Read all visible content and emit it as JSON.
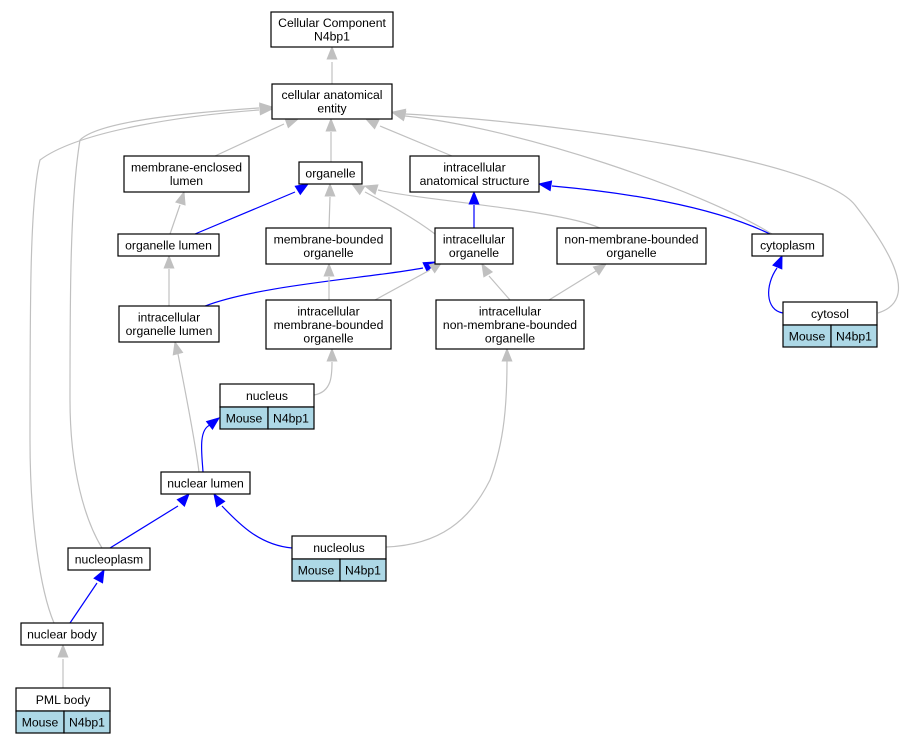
{
  "colors": {
    "is_a_edge": "#c0c0c0",
    "part_of_edge": "#0000ff",
    "annotation_fill": "#add8e6",
    "node_border": "#000000",
    "node_fill": "#ffffff"
  },
  "nodes": [
    {
      "id": "root",
      "lines": [
        "Cellular Component",
        "N4bp1"
      ]
    },
    {
      "id": "cae",
      "lines": [
        "cellular anatomical",
        "entity"
      ]
    },
    {
      "id": "mel",
      "lines": [
        "membrane-enclosed",
        "lumen"
      ]
    },
    {
      "id": "org",
      "lines": [
        "organelle"
      ]
    },
    {
      "id": "ias",
      "lines": [
        "intracellular",
        "anatomical structure"
      ]
    },
    {
      "id": "orglum",
      "lines": [
        "organelle lumen"
      ]
    },
    {
      "id": "mbo",
      "lines": [
        "membrane-bounded",
        "organelle"
      ]
    },
    {
      "id": "io",
      "lines": [
        "intracellular",
        "organelle"
      ]
    },
    {
      "id": "nmbo",
      "lines": [
        "non-membrane-bounded",
        "organelle"
      ]
    },
    {
      "id": "cyto",
      "lines": [
        "cytoplasm"
      ]
    },
    {
      "id": "iol",
      "lines": [
        "intracellular",
        "organelle lumen"
      ]
    },
    {
      "id": "imbo",
      "lines": [
        "intracellular",
        "membrane-bounded",
        "organelle"
      ]
    },
    {
      "id": "inmbo",
      "lines": [
        "intracellular",
        "non-membrane-bounded",
        "organelle"
      ]
    },
    {
      "id": "cytosol",
      "lines": [
        "cytosol"
      ],
      "annotation": [
        "Mouse",
        "N4bp1"
      ]
    },
    {
      "id": "nucleus",
      "lines": [
        "nucleus"
      ],
      "annotation": [
        "Mouse",
        "N4bp1"
      ]
    },
    {
      "id": "nlumen",
      "lines": [
        "nuclear lumen"
      ]
    },
    {
      "id": "nucleoplasm",
      "lines": [
        "nucleoplasm"
      ]
    },
    {
      "id": "nucleolus",
      "lines": [
        "nucleolus"
      ],
      "annotation": [
        "Mouse",
        "N4bp1"
      ]
    },
    {
      "id": "nbody",
      "lines": [
        "nuclear body"
      ]
    },
    {
      "id": "pml",
      "lines": [
        "PML body"
      ],
      "annotation": [
        "Mouse",
        "N4bp1"
      ]
    }
  ],
  "edges": [
    {
      "from": "cae",
      "to": "root",
      "type": "is_a"
    },
    {
      "from": "mel",
      "to": "cae",
      "type": "is_a"
    },
    {
      "from": "org",
      "to": "cae",
      "type": "is_a"
    },
    {
      "from": "ias",
      "to": "cae",
      "type": "is_a"
    },
    {
      "from": "cyto",
      "to": "cae",
      "type": "is_a"
    },
    {
      "from": "cytosol",
      "to": "cae",
      "type": "is_a"
    },
    {
      "from": "nucleoplasm",
      "to": "cae",
      "type": "is_a"
    },
    {
      "from": "nbody",
      "to": "cae",
      "type": "is_a"
    },
    {
      "from": "orglum",
      "to": "mel",
      "type": "is_a"
    },
    {
      "from": "orglum",
      "to": "org",
      "type": "part_of"
    },
    {
      "from": "mbo",
      "to": "org",
      "type": "is_a"
    },
    {
      "from": "io",
      "to": "org",
      "type": "is_a"
    },
    {
      "from": "nmbo",
      "to": "org",
      "type": "is_a"
    },
    {
      "from": "io",
      "to": "ias",
      "type": "is_a_blue"
    },
    {
      "from": "cyto",
      "to": "ias",
      "type": "part_of"
    },
    {
      "from": "iol",
      "to": "orglum",
      "type": "is_a"
    },
    {
      "from": "iol",
      "to": "io",
      "type": "part_of"
    },
    {
      "from": "imbo",
      "to": "mbo",
      "type": "is_a"
    },
    {
      "from": "imbo",
      "to": "io",
      "type": "is_a"
    },
    {
      "from": "inmbo",
      "to": "nmbo",
      "type": "is_a"
    },
    {
      "from": "inmbo",
      "to": "io",
      "type": "is_a"
    },
    {
      "from": "cytosol",
      "to": "cyto",
      "type": "part_of"
    },
    {
      "from": "nucleus",
      "to": "imbo",
      "type": "is_a"
    },
    {
      "from": "nlumen",
      "to": "iol",
      "type": "is_a"
    },
    {
      "from": "nlumen",
      "to": "nucleus",
      "type": "part_of"
    },
    {
      "from": "nucleoplasm",
      "to": "nlumen",
      "type": "part_of"
    },
    {
      "from": "nucleolus",
      "to": "nlumen",
      "type": "part_of"
    },
    {
      "from": "nucleolus",
      "to": "inmbo",
      "type": "is_a"
    },
    {
      "from": "nbody",
      "to": "nucleoplasm",
      "type": "part_of"
    },
    {
      "from": "pml",
      "to": "nbody",
      "type": "is_a"
    }
  ]
}
